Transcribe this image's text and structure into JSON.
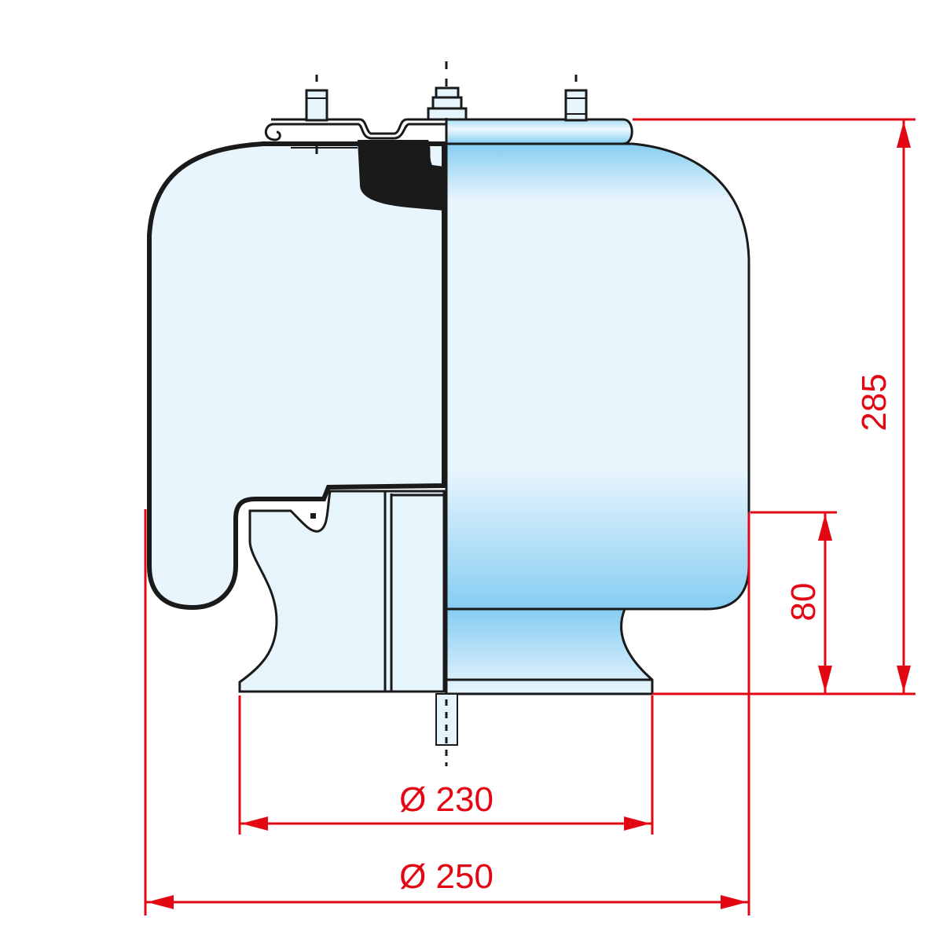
{
  "diagram": {
    "type": "air-spring-dimension-drawing",
    "dimensions": {
      "height_total": "285",
      "height_piston": "80",
      "diameter_piston": "Ø 230",
      "diameter_bellows": "Ø 250"
    },
    "colors": {
      "dimension": "#e30613",
      "outline": "#1a1a1a",
      "section_fill": "#e6f4fc",
      "body_light": "#e8f5fd",
      "body_dark": "#86cdf2"
    }
  }
}
